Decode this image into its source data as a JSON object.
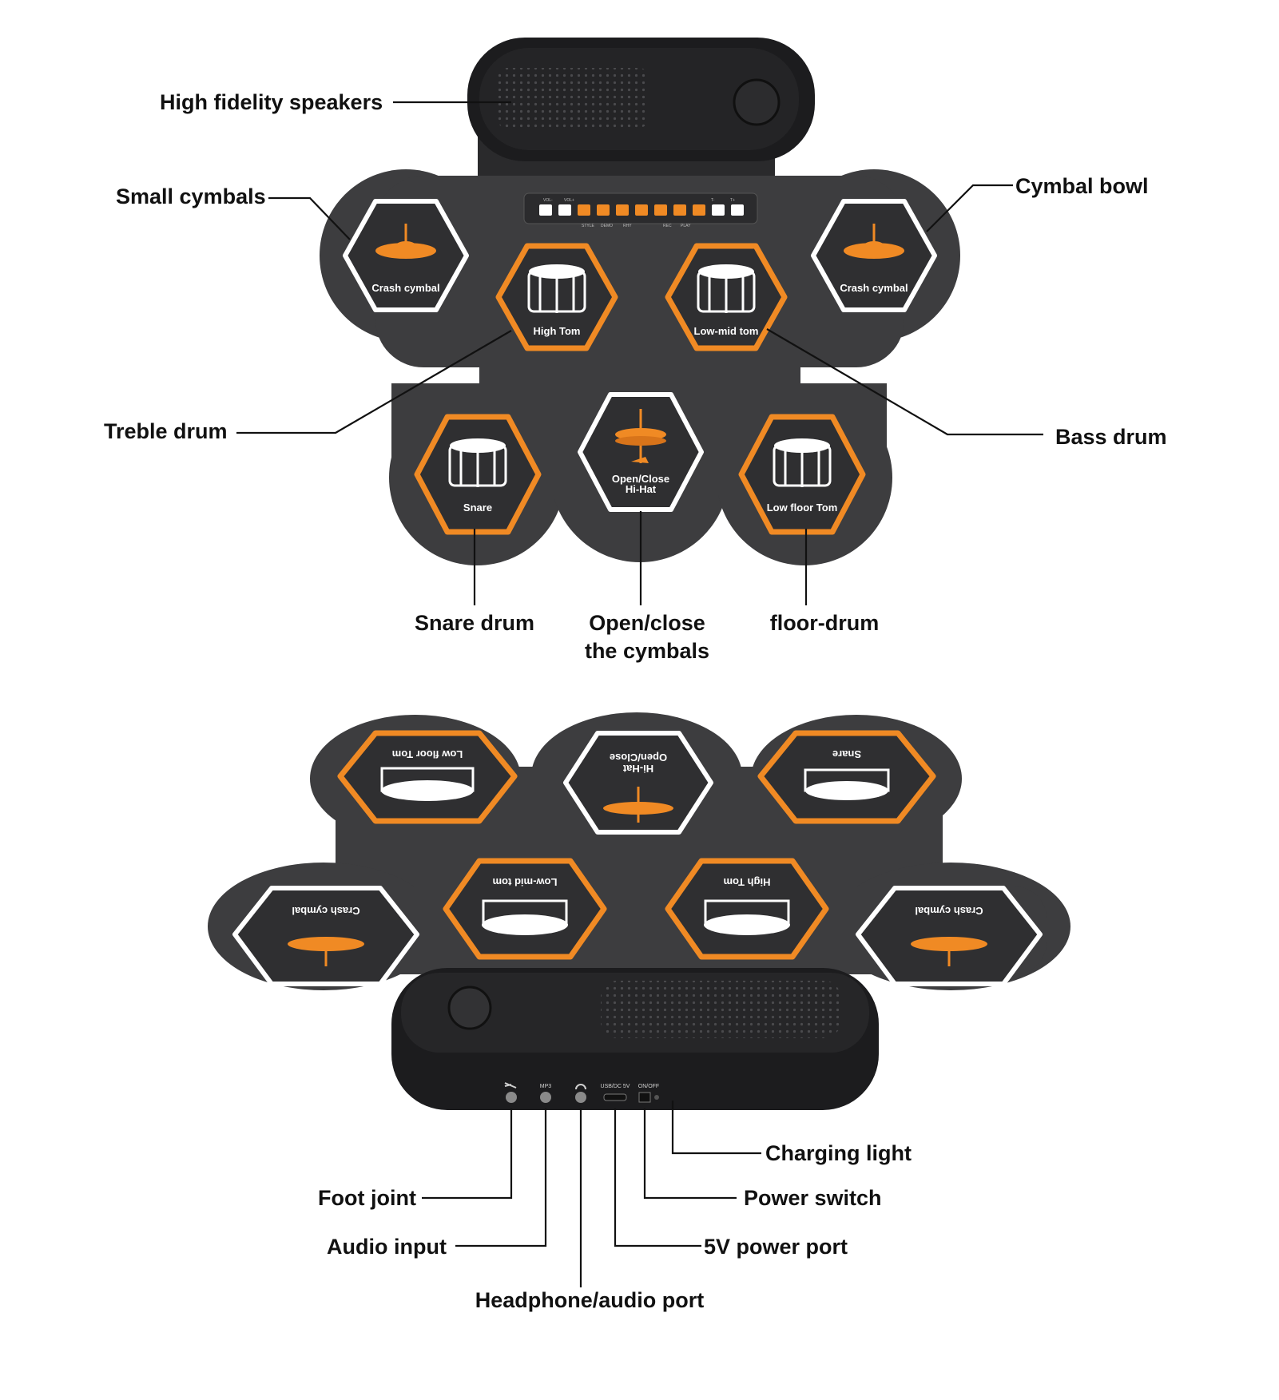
{
  "colors": {
    "accent": "#f08a24",
    "pad_body": "#3d3d3f",
    "pad_inner": "#2f2f31",
    "speaker": "#1c1c1e",
    "label": "#111111",
    "pad_text": "#ffffff"
  },
  "top_view": {
    "callouts": {
      "speakers": "High fidelity speakers",
      "small_cymbals": "Small cymbals",
      "cymbal_bowl": "Cymbal bowl",
      "treble_drum": "Treble drum",
      "bass_drum": "Bass drum",
      "snare_drum": "Snare drum",
      "hihat_line1": "Open/close",
      "hihat_line2": "the cymbals",
      "floor_drum": "floor-drum"
    },
    "pads": {
      "crash_left": "Crash cymbal",
      "crash_right": "Crash cymbal",
      "high_tom": "High Tom",
      "low_mid_tom": "Low-mid tom",
      "snare": "Snare",
      "hihat_line1": "Open/Close",
      "hihat_line2": "Hi-Hat",
      "low_floor_tom": "Low floor Tom"
    },
    "control_panel": {
      "labels": [
        "VOL-",
        "VOL+",
        "STYLE",
        "DEMO",
        "RHY",
        "REC",
        "PLAY",
        "T-",
        "T+"
      ]
    }
  },
  "bottom_view": {
    "pads": {
      "low_floor_tom": "Low floor Tom",
      "hihat_line1": "Open/Close",
      "hihat_line2": "Hi-Hat",
      "snare": "Snare",
      "crash_left": "Crash cymbal",
      "low_mid_tom": "Low-mid tom",
      "high_tom": "High Tom",
      "crash_right": "Crash cymbal"
    },
    "ports": {
      "mp3": "MP3",
      "usb": "USB/DC 5V",
      "onoff": "ON/OFF"
    },
    "callouts": {
      "charging_light": "Charging light",
      "foot_joint": "Foot joint",
      "power_switch": "Power switch",
      "audio_input": "Audio input",
      "power_port": "5V power port",
      "headphone_port": "Headphone/audio port"
    }
  }
}
